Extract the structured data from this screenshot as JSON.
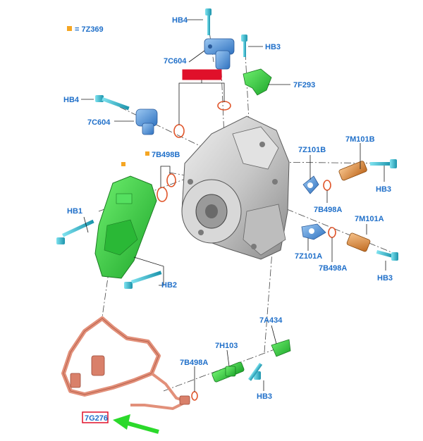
{
  "legend": {
    "text": "= 7Z369",
    "marker_color": "#f5a623"
  },
  "labels": {
    "hb4_top": "HB4",
    "hb3_top": "HB3",
    "c7c604_top": "7C604",
    "c7f293": "7F293",
    "hb4_left": "HB4",
    "c7c604_left": "7C604",
    "c7b498b": "7B498B",
    "c7z101b": "7Z101B",
    "c7m101b": "7M101B",
    "hb3_right_top": "HB3",
    "c7b498a_right_top": "7B498A",
    "hb1": "HB1",
    "c7m101a": "7M101A",
    "c7z101a": "7Z101A",
    "c7b498a_right_bottom": "7B498A",
    "hb3_right_bottom": "HB3",
    "hb2": "HB2",
    "c7a434": "7A434",
    "c7h103": "7H103",
    "c7b498a_bottom": "7B498A",
    "hb3_bottom": "HB3",
    "c7g276": "7G276"
  },
  "colors": {
    "label": "#1f6fc9",
    "highlight_box": "#e0102a",
    "module_green": "#2fcf3a",
    "harness_copper": "#e2907a",
    "sensor_blue": "#4a8fd8",
    "sensor_orange": "#e08a3a",
    "bolt_cyan": "#27b3c9",
    "arrow_green": "#2bd92b",
    "oring": "#e0552a"
  }
}
